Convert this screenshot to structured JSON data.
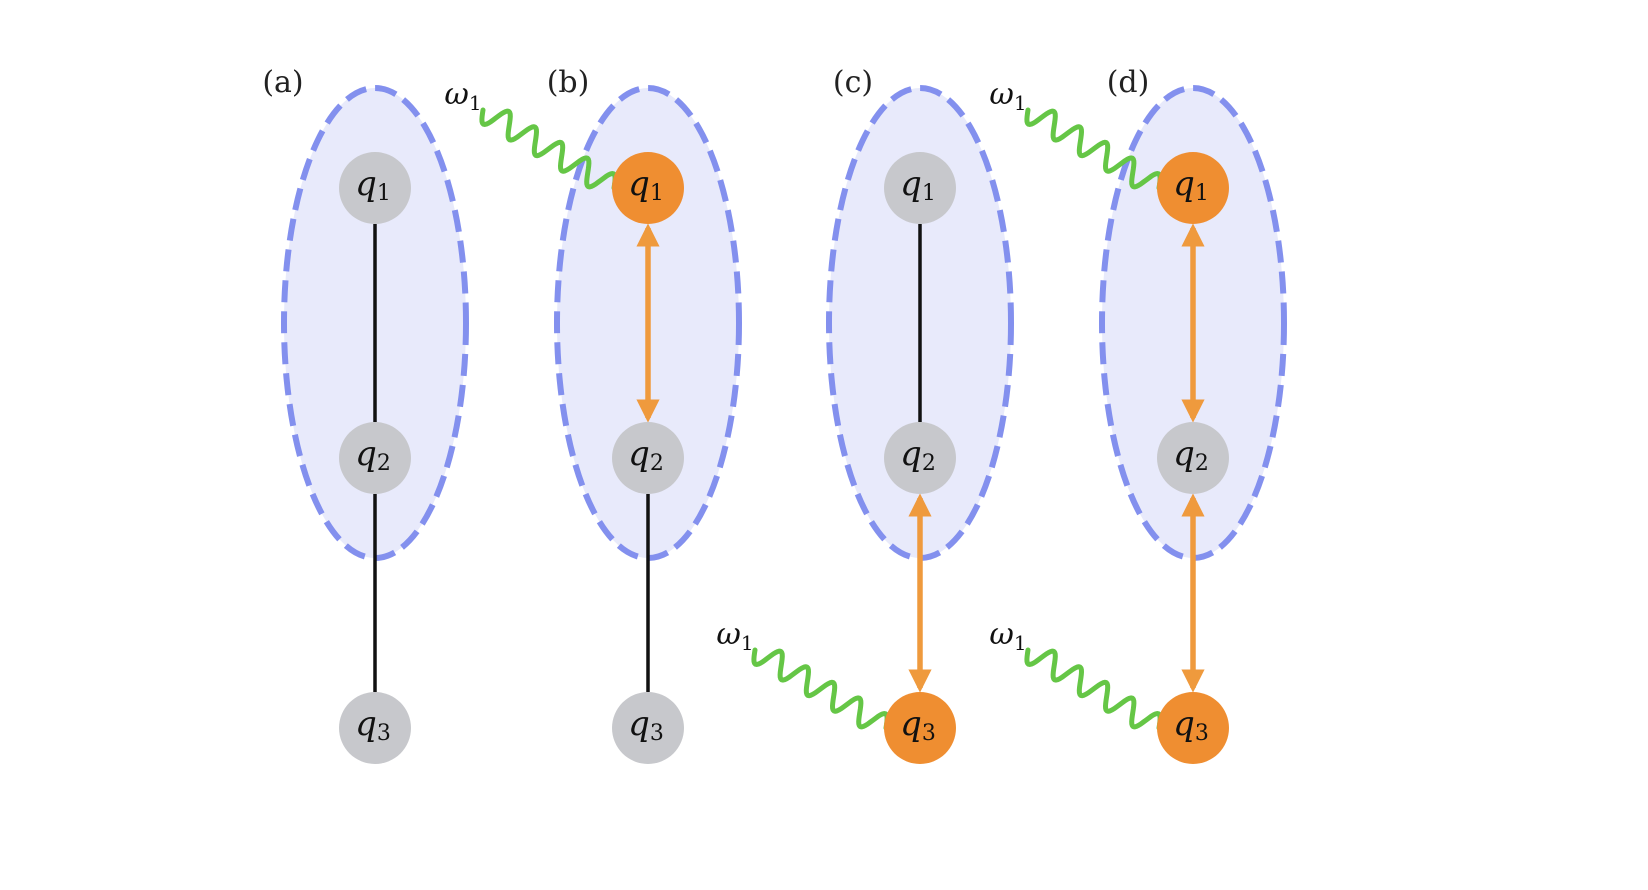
{
  "colors": {
    "ellipse_fill": "#e8eafb",
    "ellipse_stroke": "#8390ee",
    "node_idle": "#c7c8cc",
    "node_active": "#ef8e31",
    "arrow": "#ef9a3d",
    "wave": "#65c646",
    "line": "#111111"
  },
  "drive_label": {
    "base": "ω",
    "sub": "1"
  },
  "panels": [
    {
      "label": "(a)",
      "nodes": [
        {
          "base": "q",
          "sub": "1",
          "state": "idle"
        },
        {
          "base": "q",
          "sub": "2",
          "state": "idle"
        },
        {
          "base": "q",
          "sub": "3",
          "state": "idle"
        }
      ],
      "links": [
        {
          "from": 0,
          "to": 1,
          "kind": "line"
        },
        {
          "from": 1,
          "to": 2,
          "kind": "line"
        }
      ],
      "drives": []
    },
    {
      "label": "(b)",
      "nodes": [
        {
          "base": "q",
          "sub": "1",
          "state": "active"
        },
        {
          "base": "q",
          "sub": "2",
          "state": "idle"
        },
        {
          "base": "q",
          "sub": "3",
          "state": "idle"
        }
      ],
      "links": [
        {
          "from": 0,
          "to": 1,
          "kind": "arrow"
        },
        {
          "from": 1,
          "to": 2,
          "kind": "line"
        }
      ],
      "drives": [
        {
          "node": 0
        }
      ]
    },
    {
      "label": "(c)",
      "nodes": [
        {
          "base": "q",
          "sub": "1",
          "state": "idle"
        },
        {
          "base": "q",
          "sub": "2",
          "state": "idle"
        },
        {
          "base": "q",
          "sub": "3",
          "state": "active"
        }
      ],
      "links": [
        {
          "from": 0,
          "to": 1,
          "kind": "line"
        },
        {
          "from": 1,
          "to": 2,
          "kind": "arrow"
        }
      ],
      "drives": [
        {
          "node": 2
        }
      ]
    },
    {
      "label": "(d)",
      "nodes": [
        {
          "base": "q",
          "sub": "1",
          "state": "active"
        },
        {
          "base": "q",
          "sub": "2",
          "state": "idle"
        },
        {
          "base": "q",
          "sub": "3",
          "state": "active"
        }
      ],
      "links": [
        {
          "from": 0,
          "to": 1,
          "kind": "arrow"
        },
        {
          "from": 1,
          "to": 2,
          "kind": "arrow"
        }
      ],
      "drives": [
        {
          "node": 0
        },
        {
          "node": 2
        }
      ]
    }
  ]
}
